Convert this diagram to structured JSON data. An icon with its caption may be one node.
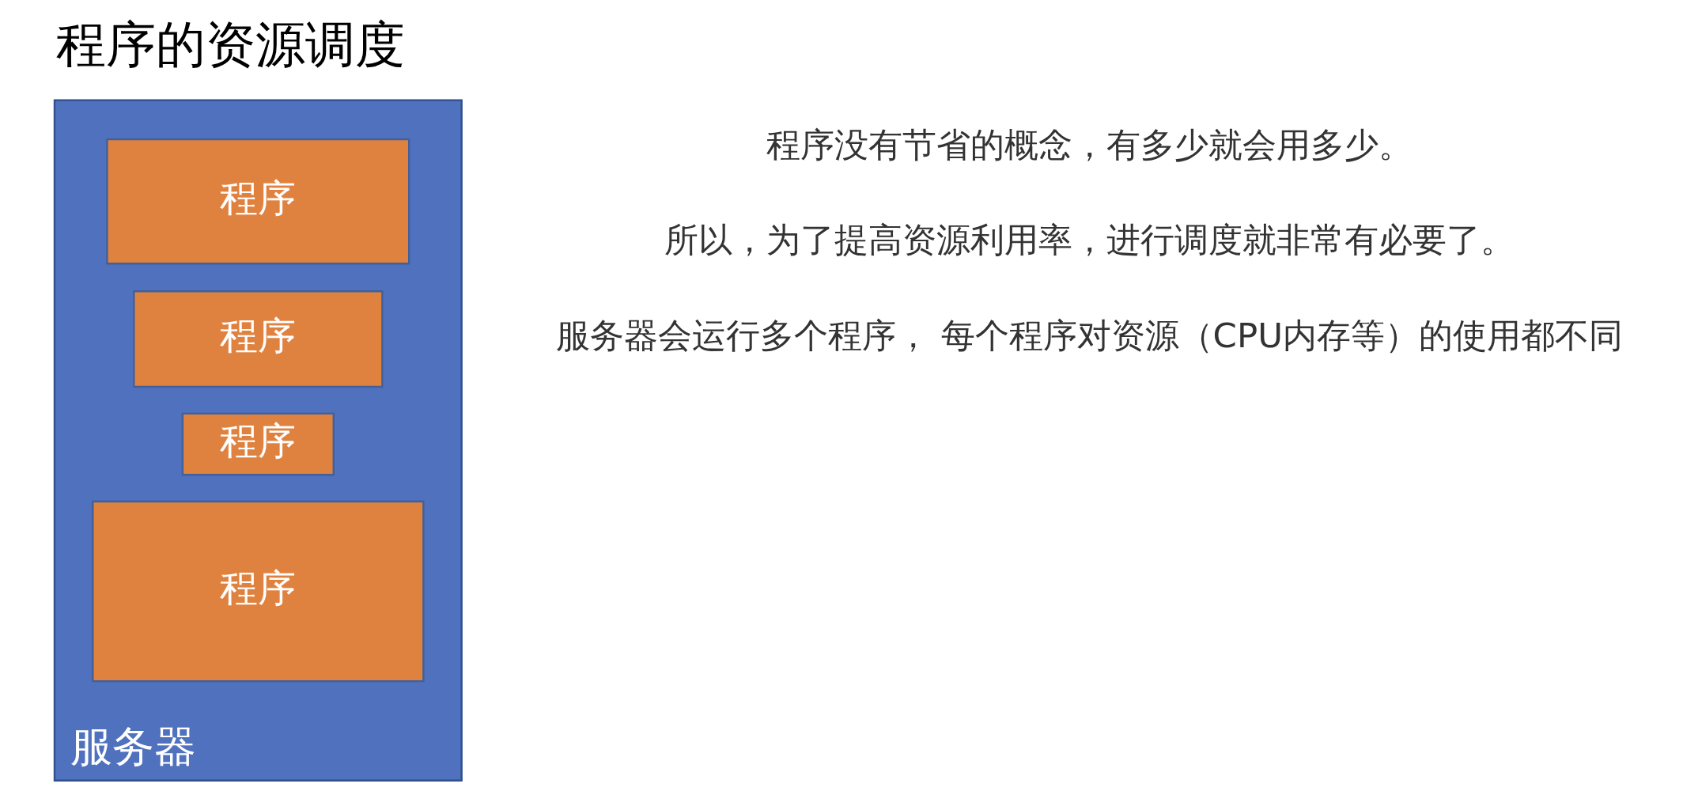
{
  "diagram": {
    "title": "程序的资源调度",
    "nodes": [
      {
        "text": [
          "服务器"
        ]
      },
      {
        "text": [
          "程序"
        ],
        "in": 0
      },
      {
        "text": [
          "程序"
        ],
        "in": 0
      },
      {
        "text": [
          "程序"
        ],
        "in": 0
      },
      {
        "text": [
          "程序"
        ],
        "in": 0
      }
    ],
    "edges": [],
    "labels": [
      "服务器会运行多个程序， 每个程序对资源（CPU内存等）的使用都不同",
      "程序没有节省的概念，有多少就会用多少。",
      "所以，为了提高资源利用率，进行调度就非常有必要了。"
    ]
  }
}
